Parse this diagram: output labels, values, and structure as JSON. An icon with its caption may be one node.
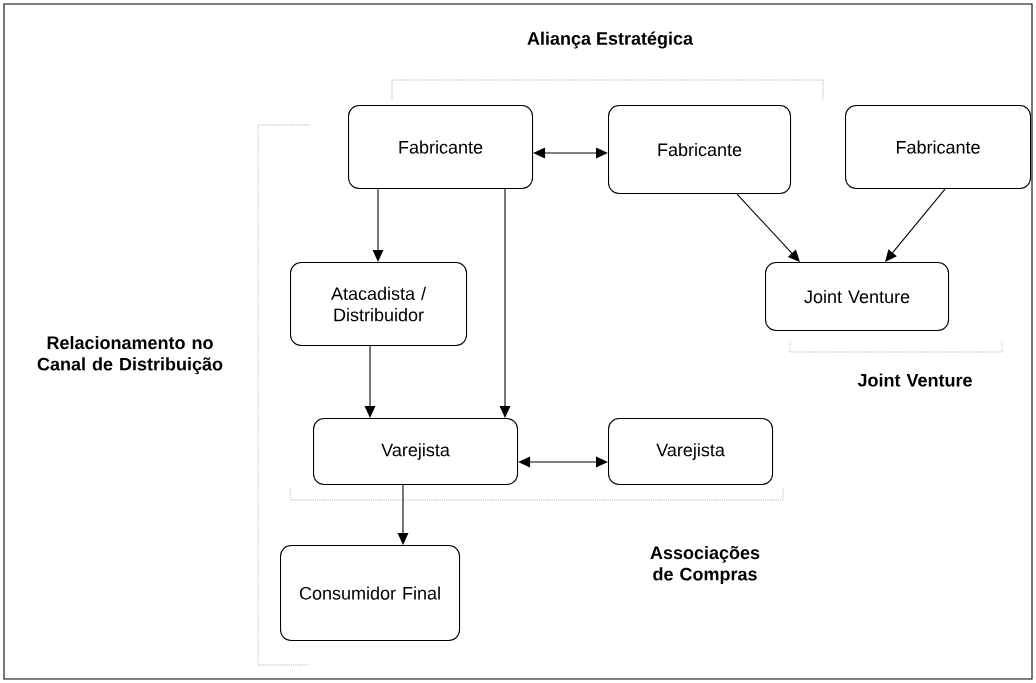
{
  "diagram": {
    "title": "Aliança Estratégica",
    "nodes": [
      {
        "text": [
          "Fabricante"
        ]
      },
      {
        "text": [
          "Fabricante"
        ]
      },
      {
        "text": [
          "Fabricante"
        ]
      },
      {
        "text": [
          "Atacadista / Distribuidor"
        ]
      },
      {
        "text": [
          "Joint Venture"
        ]
      },
      {
        "text": [
          "Varejista"
        ]
      },
      {
        "text": [
          "Varejista"
        ]
      },
      {
        "text": [
          "Consumidor Final"
        ]
      }
    ],
    "edges": [
      {
        "from": 0,
        "to": 1,
        "arrow": "both"
      },
      {
        "from": 0,
        "to": 3,
        "arrow": "to"
      },
      {
        "from": 0,
        "to": 5,
        "arrow": "to"
      },
      {
        "from": 1,
        "to": 4,
        "arrow": "to"
      },
      {
        "from": 2,
        "to": 4,
        "arrow": "to"
      },
      {
        "from": 3,
        "to": 5,
        "arrow": "to"
      },
      {
        "from": 5,
        "to": 6,
        "arrow": "both"
      },
      {
        "from": 5,
        "to": 7,
        "arrow": "to"
      }
    ],
    "labels": [
      "Relacionamento no Canal de Distribuição",
      "Joint Venture",
      "Associações de Compras"
    ]
  }
}
